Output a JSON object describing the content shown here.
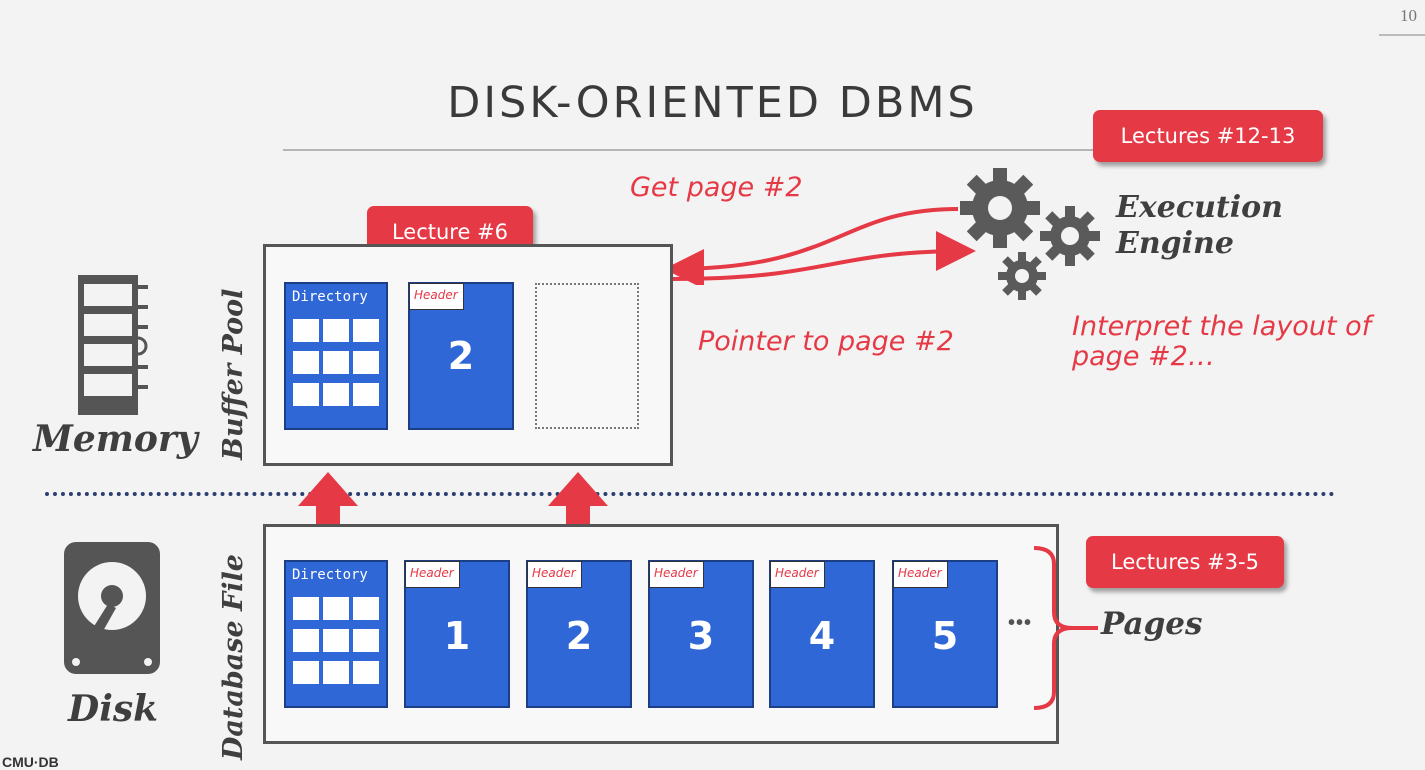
{
  "slide_number": "10",
  "title": "DISK-ORIENTED DBMS",
  "tags": {
    "execution": "Lectures #12-13",
    "buffer_pool": "Lecture #6",
    "pages": "Lectures #3-5"
  },
  "annotations": {
    "get_page": "Get page #2",
    "pointer": "Pointer to page #2",
    "interpret_line1": "Interpret the layout of",
    "interpret_line2": "page #2…"
  },
  "labels": {
    "execution_engine_1": "Execution",
    "execution_engine_2": "Engine",
    "buffer_pool": "Buffer Pool",
    "database_file": "Database File",
    "memory": "Memory",
    "disk": "Disk",
    "pages": "Pages",
    "ellipsis": "•••",
    "footer_logo": "CMU·DB"
  },
  "buffer_pool_pages": {
    "directory_label": "Directory",
    "header_label": "Header",
    "page_number": "2"
  },
  "database_file_pages": {
    "directory_label": "Directory",
    "header_label": "Header",
    "numbers": [
      "1",
      "2",
      "3",
      "4",
      "5"
    ]
  },
  "colors": {
    "accent_red": "#e63946",
    "page_blue": "#2f67d6",
    "dark_gray": "#555555"
  },
  "icons": [
    "gears-icon",
    "ram-chip-icon",
    "hard-disk-icon"
  ]
}
